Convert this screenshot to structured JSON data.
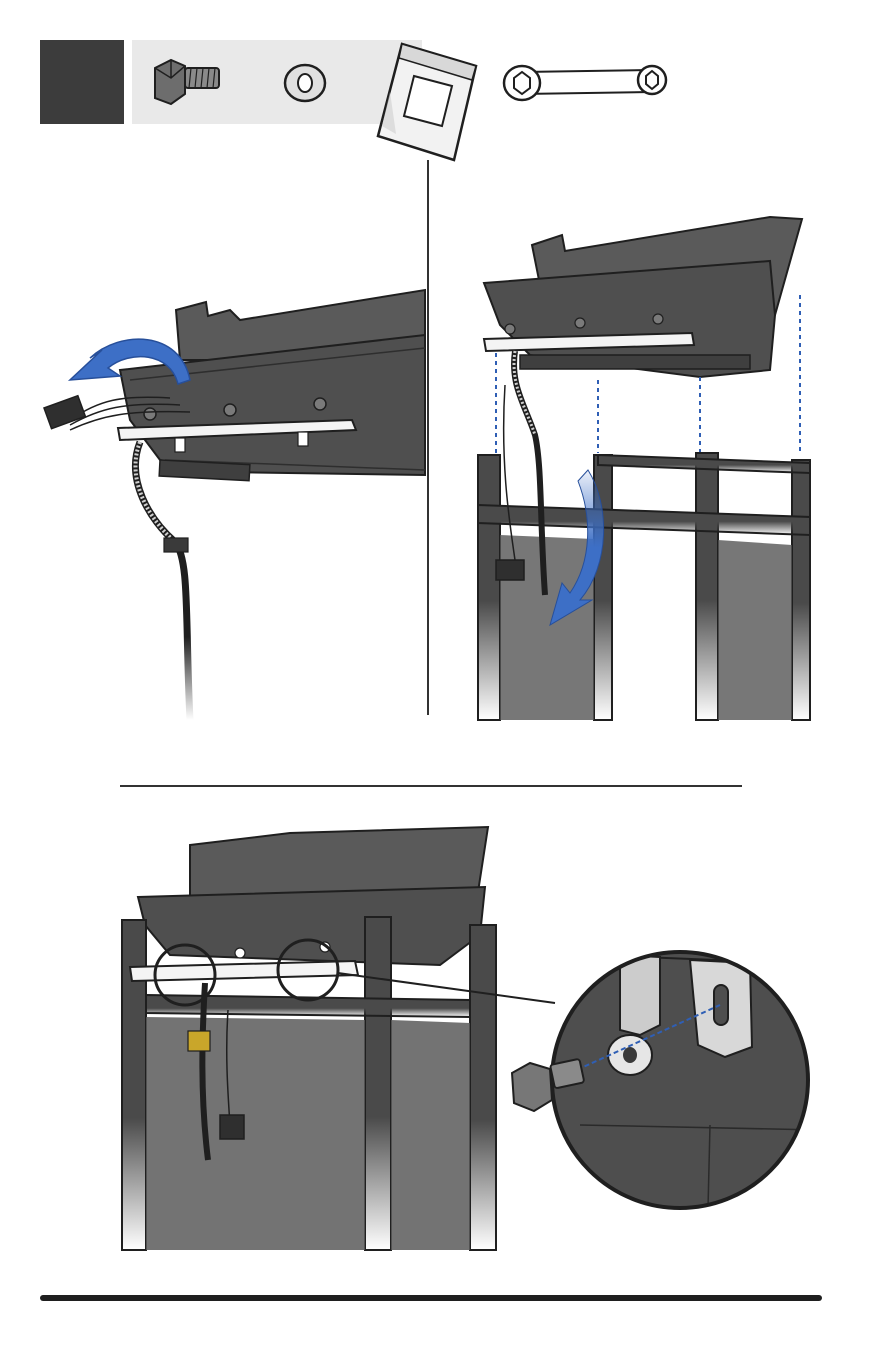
{
  "step": {
    "number": ""
  },
  "parts": [
    {
      "icon": "bolt-icon"
    },
    {
      "icon": "washer-icon"
    },
    {
      "icon": "hardware-bag-icon"
    },
    {
      "icon": "wrench-icon"
    }
  ],
  "panels": [
    {
      "id": "panel-rotate-manifold",
      "arrow": "rotate-arrow-icon"
    },
    {
      "id": "panel-lower-cookbox",
      "arrow": "down-arrow-icon"
    },
    {
      "id": "panel-secure-with-bolts",
      "detail": "magnified-bolt-detail"
    }
  ],
  "colors": {
    "ink": "#1f1f1f",
    "cookbox": "#5a5a5a",
    "cookbox_dark": "#3f3f3f",
    "frame": "#2b2b2b",
    "arrow_blue": "#3d6fc6",
    "guide_blue": "#2f5fb5",
    "connector_yellow": "#c9a62a"
  }
}
